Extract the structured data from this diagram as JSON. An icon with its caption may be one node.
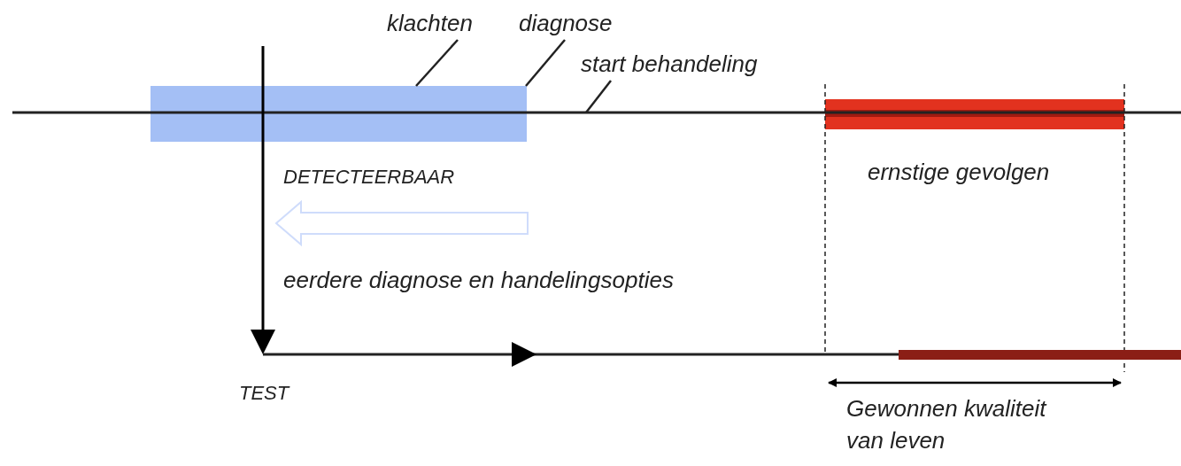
{
  "diagram": {
    "nodes": [
      {
        "text": [
          "klachten"
        ]
      },
      {
        "text": [
          "diagnose"
        ]
      },
      {
        "text": [
          "start behandeling"
        ]
      },
      {
        "text": [],
        "shape": "bar"
      }
    ],
    "edges": [
      {
        "from": 0,
        "to": 3,
        "arrow": "none"
      },
      {
        "from": 1,
        "to": 3,
        "arrow": "none"
      },
      {
        "from": 2,
        "to": null,
        "arrow": "none"
      }
    ],
    "labels": [
      "DETECTEERBAAR",
      "ernstige gevolgen",
      "eerdere diagnose en handelingsopties",
      "TEST",
      "Gewonnen kwaliteit van leven"
    ]
  }
}
